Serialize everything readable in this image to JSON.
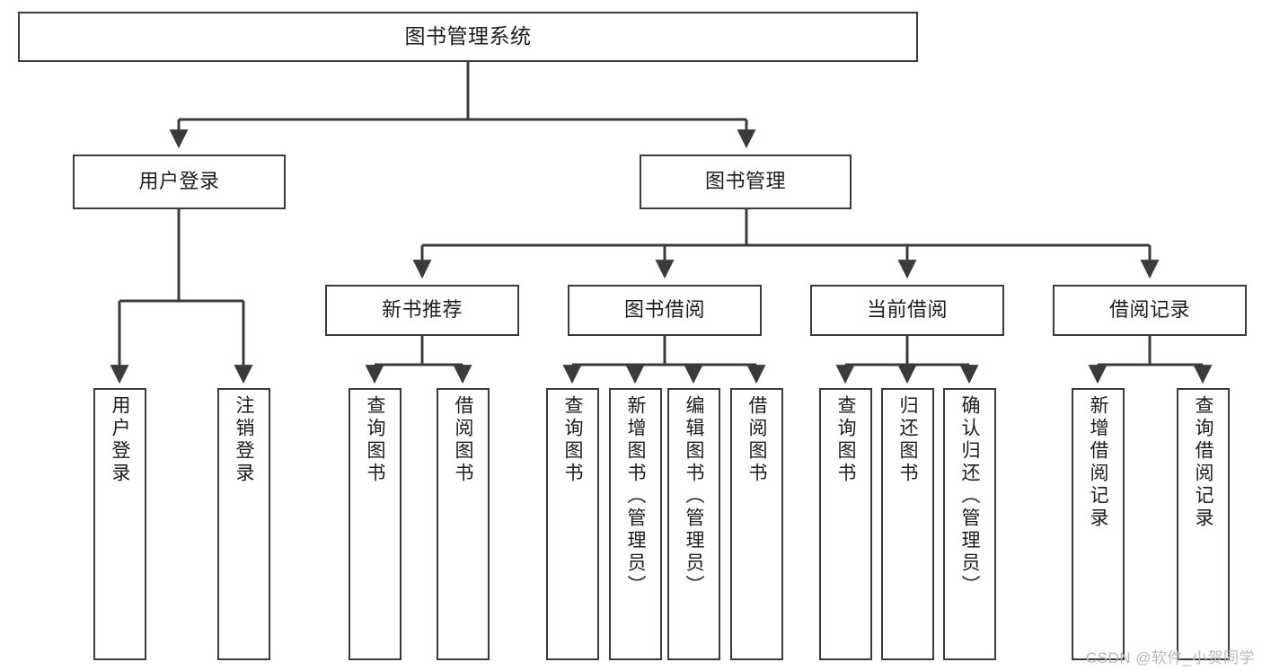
{
  "diagram": {
    "title": "图书管理系统",
    "watermark": "CSDN @软件_小贺同学",
    "colors": {
      "stroke": "#3b3b3b",
      "box_fill": "#ffffff",
      "text": "#1c1c1c",
      "background": "#ffffff",
      "watermark": "#b9b9b9"
    },
    "root": {
      "label": "图书管理系统"
    },
    "level2": [
      {
        "label": "用户登录"
      },
      {
        "label": "图书管理"
      }
    ],
    "level3": [
      {
        "label": "新书推荐"
      },
      {
        "label": "图书借阅"
      },
      {
        "label": "当前借阅"
      },
      {
        "label": "借阅记录"
      }
    ],
    "leaves": {
      "user_login": [
        {
          "label": "用户登录"
        },
        {
          "label": "注销登录"
        }
      ],
      "new_book": [
        {
          "label": "查询图书"
        },
        {
          "label": "借阅图书"
        }
      ],
      "book_borrow": [
        {
          "label": "查询图书"
        },
        {
          "label": "新增图书（管理员）"
        },
        {
          "label": "编辑图书（管理员）"
        },
        {
          "label": "借阅图书"
        }
      ],
      "current_borrow": [
        {
          "label": "查询图书"
        },
        {
          "label": "归还图书"
        },
        {
          "label": "确认归还（管理员）"
        }
      ],
      "borrow_record": [
        {
          "label": "新增借阅记录"
        },
        {
          "label": "查询借阅记录"
        }
      ]
    }
  }
}
